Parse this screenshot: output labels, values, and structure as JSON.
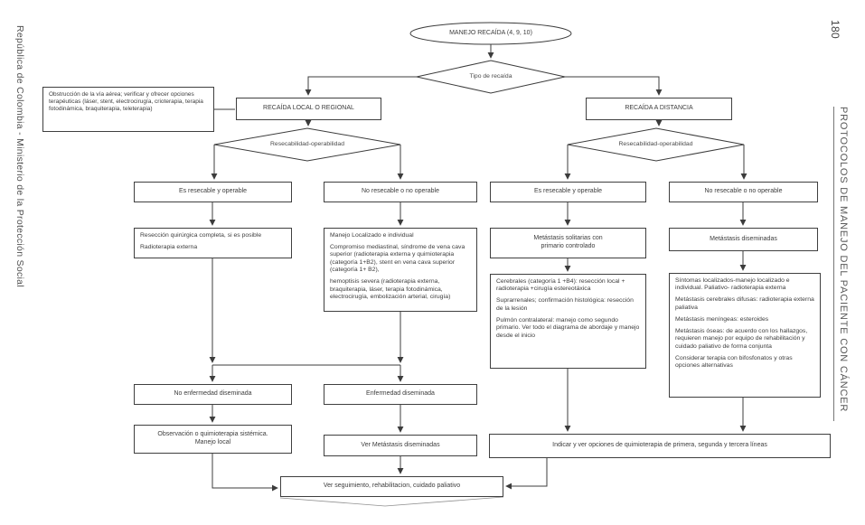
{
  "page": {
    "left_margin": "República de Colombia - Ministerio de la Protección Social",
    "page_number": "180",
    "right_margin": "PROTOCOLOS DE MANEJO DEL PACIENTE CON CÁNCER"
  },
  "colors": {
    "line": "#3c3c3c",
    "text": "#3c3c3c",
    "muted": "#6b6b6b"
  },
  "flowchart": {
    "start": "MANEJO RECAÍDA (4, 9, 10)",
    "tipo_recaida": "Tipo de recaída",
    "nota_obstruccion": "Obstrucción de la vía aérea; verificar y ofrecer opciones terapéuticas (láser, stent, electrocirugía, crioterapia, terapia fotodinámica, braquiterapia, teleterapia)",
    "recaida_local": "RECAÍDA LOCAL O REGIONAL",
    "recaida_distancia": "RECAÍDA A DISTANCIA",
    "resecabilidad_local": "Resecabilidad-operabilidad",
    "resecabilidad_distancia": "Resecabilidad-operabilidad",
    "es_resecable_local": "Es resecable y operable",
    "no_resecable_local": "No resecable o no operable",
    "es_resecable_distancia": "Es resecable y operable",
    "no_resecable_distancia": "No resecable o no operable",
    "reseccion": [
      "Resección quirúrgica completa, si es posible",
      "Radioterapia externa"
    ],
    "manejo_localizado": [
      "Manejo Localizado e individual",
      "Compromiso mediastinal, síndrome de vena cava superior (radioterapia externa y quimioterapia (categoría 1+B2), stent en vena cava superior (categoría 1+ B2),",
      "hemoptisis severa (radioterapia externa, braquiterapia, láser, terapia fotodinámica, electrocirugía, embolización arterial, cirugía)"
    ],
    "metastasis_solitarias": [
      "Metástasis solitarias con",
      "primario controlado"
    ],
    "metastasis_diseminadas": "Metástasis diseminadas",
    "cerebrales": [
      "Cerebrales (categoría 1 +B4): resección local + radioterapia +cirugía estereotáxica",
      "Suprarrenales; confirmación histológica: resección de la lesión",
      "Pulmón contralateral: manejo como segundo primario. Ver todo el diagrama de abordaje y manejo desde el inicio"
    ],
    "sintomas": [
      "Síntomas localizados-manejo localizado e individual. Paliativo- radioterapia externa",
      "Metástasis cerebrales difusas: radioterapia externa paliativa",
      "Metástasis meníngeas: esteroides",
      "Metástasis óseas: de acuerdo con los hallazgos, requieren manejo por equipo de rehabilitación y cuidado paliativo de forma conjunta",
      "Considerar terapia con bifosfonatos y otras opciones alternativas"
    ],
    "no_enfermedad": "No enfermedad diseminada",
    "enfermedad": "Enfermedad diseminada",
    "observacion": [
      "Observación o quimioterapia sistémica.",
      "Manejo local"
    ],
    "ver_metastasis": "Ver Metástasis diseminadas",
    "indicar": "Indicar y ver opciones de quimioterapia de primera, segunda y tercera líneas",
    "ver_seguimiento": "Ver seguimiento, rehabilitacion, cuidado paliativo"
  }
}
